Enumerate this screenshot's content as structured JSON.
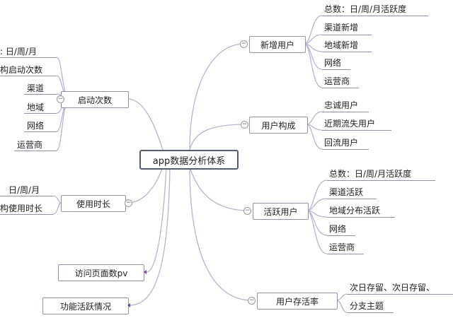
{
  "root": "app数据分析体系",
  "branches": {
    "new_users": {
      "label": "新增用户",
      "children": [
        "总数：日/周/月活跃度",
        "渠道新增",
        "地域新增",
        "网络",
        "运营商"
      ]
    },
    "user_composition": {
      "label": "用户构成",
      "children": [
        "忠诚用户",
        "近期流失用户",
        "回流用户"
      ]
    },
    "active_users": {
      "label": "活跃用户",
      "children": [
        "总数：日/周/月活跃度",
        "渠道活跃",
        "地域分布活跃",
        "网络",
        "运营商"
      ]
    },
    "retention": {
      "label": "用户存活率",
      "children": [
        "次日存留、次日存留、",
        "分支主题"
      ]
    },
    "launches": {
      "label": "启动次数",
      "children": [
        ": 日/周/月",
        "构启动次数",
        "渠道",
        "地域",
        "网络",
        "运营商"
      ]
    },
    "usage_time": {
      "label": "使用时长",
      "children": [
        "日/周/月",
        "构使用时长"
      ]
    },
    "page_views": {
      "label": "访问页面数pv"
    },
    "feature_activity": {
      "label": "功能活跃情况"
    }
  },
  "colors": {
    "line": "#b8b4cf",
    "box_border": "#8e94a4",
    "root_border": "#555c6e",
    "arrow": "#7048a0"
  },
  "icons": {
    "toggle": "minus-circle-icon"
  }
}
